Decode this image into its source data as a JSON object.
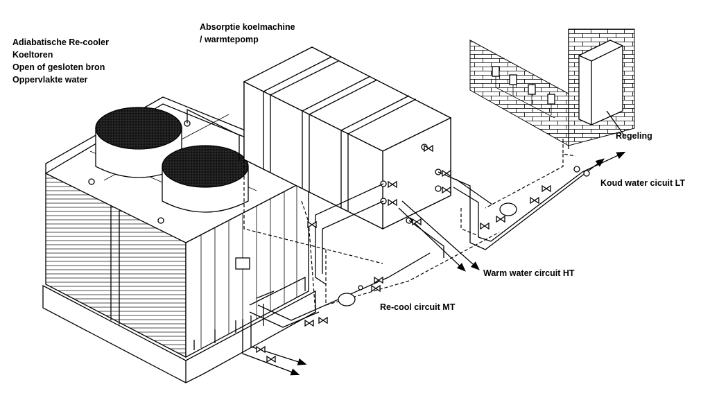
{
  "labels": {
    "recooler": [
      "Adiabatische Re-cooler",
      "Koeltoren",
      "Open of gesloten bron",
      "Oppervlakte water"
    ],
    "absorptie": [
      "Absorptie koelmachine",
      "/ warmtepomp"
    ],
    "regeling": "Regeling",
    "koud_water": "Koud water cicuit LT",
    "warm_water": "Warm water circuit HT",
    "recool": "Re-cool circuit MT"
  },
  "icons": [
    "cooling-tower-icon",
    "absorption-chiller-icon",
    "control-panel-icon",
    "pump-icon",
    "valve-icon",
    "flow-arrow-icon"
  ]
}
